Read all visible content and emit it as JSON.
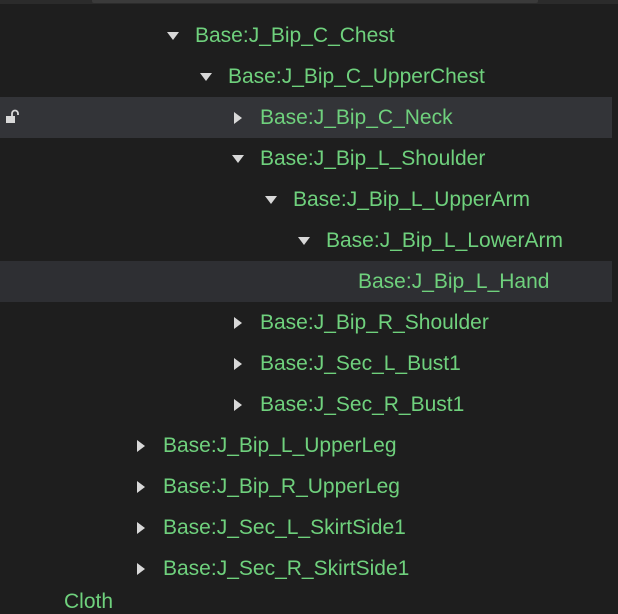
{
  "hierarchy": {
    "rows": [
      {
        "label": "Base:J_Bip_C_Chest",
        "state": "expanded"
      },
      {
        "label": "Base:J_Bip_C_UpperChest",
        "state": "expanded"
      },
      {
        "label": "Base:J_Bip_C_Neck",
        "state": "collapsed",
        "hovered": true,
        "icon": "unlock-icon"
      },
      {
        "label": "Base:J_Bip_L_Shoulder",
        "state": "expanded"
      },
      {
        "label": "Base:J_Bip_L_UpperArm",
        "state": "expanded"
      },
      {
        "label": "Base:J_Bip_L_LowerArm",
        "state": "expanded"
      },
      {
        "label": "Base:J_Bip_L_Hand",
        "state": "leaf",
        "selected": true
      },
      {
        "label": "Base:J_Bip_R_Shoulder",
        "state": "collapsed"
      },
      {
        "label": "Base:J_Sec_L_Bust1",
        "state": "collapsed"
      },
      {
        "label": "Base:J_Sec_R_Bust1",
        "state": "collapsed"
      },
      {
        "label": "Base:J_Bip_L_UpperLeg",
        "state": "collapsed"
      },
      {
        "label": "Base:J_Bip_R_UpperLeg",
        "state": "collapsed"
      },
      {
        "label": "Base:J_Sec_L_SkirtSide1",
        "state": "collapsed"
      },
      {
        "label": "Base:J_Sec_R_SkirtSide1",
        "state": "collapsed"
      }
    ],
    "next_item": "Cloth"
  },
  "colors": {
    "background": "#1e1e1e",
    "label": "#6fd17d",
    "hover_row": "#333438",
    "selected_row": "#2e2f33",
    "triangle": "#d8d8d8"
  }
}
